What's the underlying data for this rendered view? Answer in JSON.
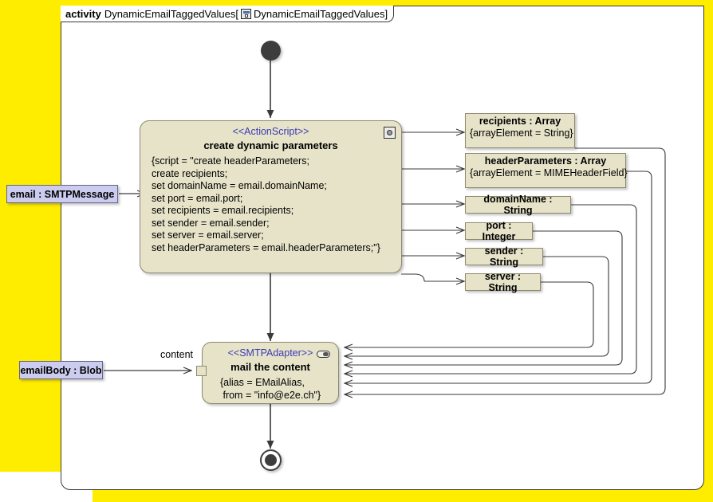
{
  "diagram": {
    "frame": {
      "keyword": "activity",
      "name": "DynamicEmailTaggedValues",
      "bracket_open": "[",
      "icon": "diagram-icon",
      "qualified_name": "DynamicEmailTaggedValues",
      "bracket_close": "]"
    },
    "background_color": "#ffed00",
    "node_fill": "#e6e3c8",
    "param_fill": "#ccccf0",
    "stereotype_color": "#3b3bb5"
  },
  "nodes": {
    "initial": {
      "name": "initial-node"
    },
    "final": {
      "name": "activity-final-node"
    },
    "action_create": {
      "stereotype": "<<ActionScript>>",
      "title": "create dynamic parameters",
      "icon": "script-icon",
      "script_lines": "{script = \"create headerParameters;\ncreate recipients;\nset domainName = email.domainName;\nset port = email.port;\nset recipients = email.recipients;\nset sender = email.sender;\nset server = email.server;\nset headerParameters = email.headerParameters;\"}"
    },
    "action_mail": {
      "stereotype": "<<SMTPAdapter>>",
      "title": "mail the content",
      "icon": "adapter-icon",
      "tagged_values": "{alias = EMailAlias,\n from = \"info@e2e.ch\"}"
    }
  },
  "parameters": [
    {
      "label": "email : SMTPMessage"
    },
    {
      "label": "emailBody : Blob"
    }
  ],
  "pins": [
    {
      "label": "content"
    }
  ],
  "object_nodes": [
    {
      "name": "recipients : Array",
      "tag": "{arrayElement = String}"
    },
    {
      "name": "headerParameters : Array",
      "tag": "{arrayElement = MIMEHeaderField}"
    },
    {
      "name": "domainName : String",
      "tag": ""
    },
    {
      "name": "port : Integer",
      "tag": ""
    },
    {
      "name": "sender : String",
      "tag": ""
    },
    {
      "name": "server : String",
      "tag": ""
    }
  ]
}
